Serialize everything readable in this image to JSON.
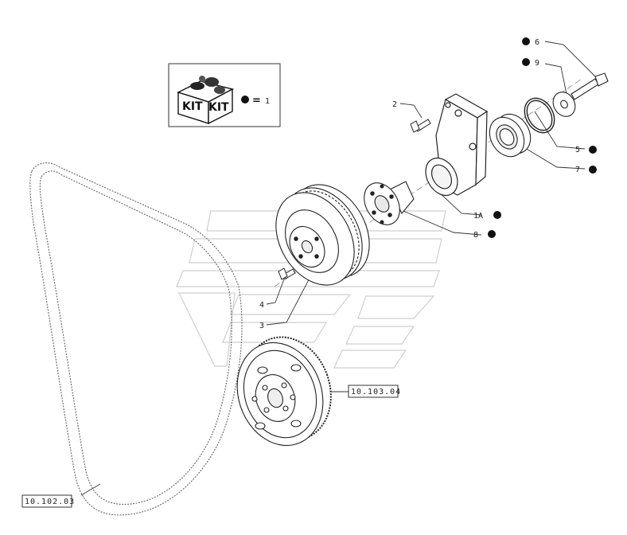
{
  "kit_legend": {
    "kit_word_left": "KIT",
    "kit_word_right": "KIT",
    "equals": "=",
    "number": "1"
  },
  "callouts": {
    "c6": "6",
    "c9": "9",
    "c2": "2",
    "c5": "5",
    "c7": "7",
    "c1a": "1A",
    "c8": "8",
    "c4": "4",
    "c3": "3"
  },
  "references": {
    "flywheel_ref": "10.103.04",
    "belt_ref": "10.102.03"
  }
}
